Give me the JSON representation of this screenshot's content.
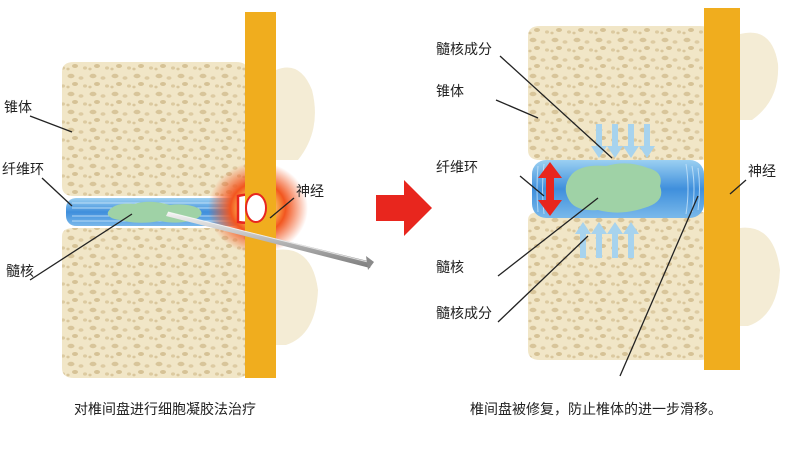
{
  "left_panel": {
    "labels": {
      "vertebra": "锥体",
      "annulus": "纤维环",
      "nucleus": "髓核",
      "nerve": "神经"
    },
    "caption": "对椎间盘进行细胞凝胶法治疗"
  },
  "right_panel": {
    "labels": {
      "nucleus_component_top": "髓核成分",
      "vertebra": "锥体",
      "annulus": "纤维环",
      "nerve": "神经",
      "nucleus": "髓核",
      "nucleus_component_bottom": "髓核成分"
    },
    "caption": "椎间盘被修复，防止椎体的进一步滑移。"
  },
  "colors": {
    "bone": "#f1e6c7",
    "bone_spot": "#d8c59a",
    "nerve_bar": "#f0ad1e",
    "disc_blue": "#3f8fdc",
    "nucleus_green": "#9fd2a6",
    "inflammation_red": "#e8261e",
    "arrow_red": "#e8261e",
    "flow_blue": "#a7d3ee"
  }
}
